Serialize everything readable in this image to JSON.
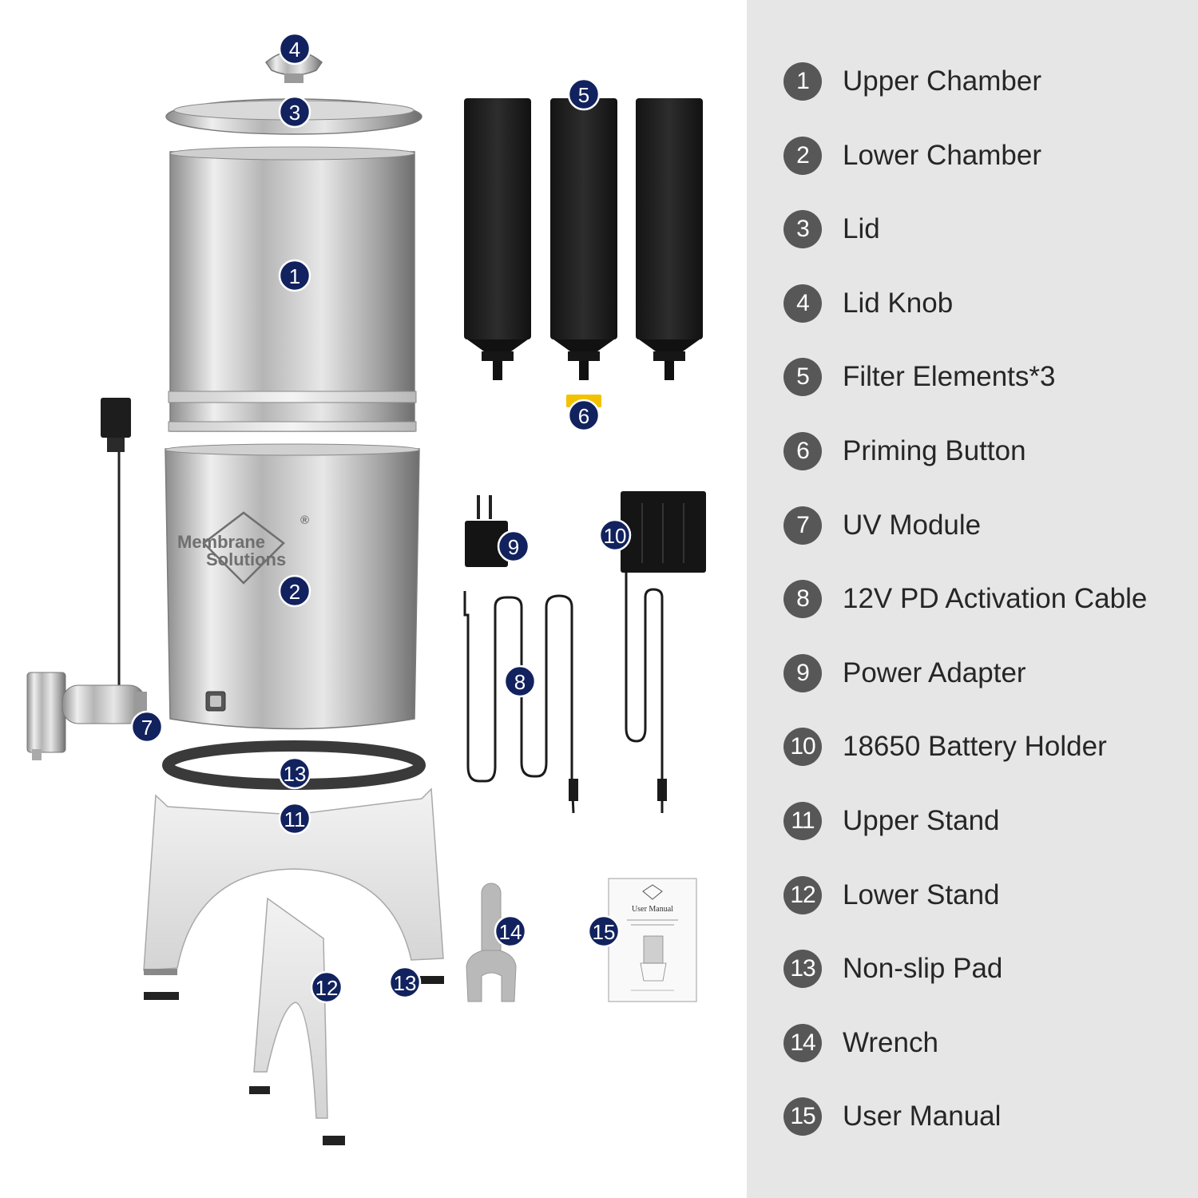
{
  "brand": {
    "line1": "Membrane",
    "line2": "Solutions",
    "mark": "®"
  },
  "manual_cover": {
    "title": "User Manual"
  },
  "colors": {
    "callout_fill": "#11225e",
    "legend_badge": "#575757",
    "panel_bg": "#e6e6e6",
    "priming_button": "#f2c200"
  },
  "callouts": [
    {
      "n": "1"
    },
    {
      "n": "2"
    },
    {
      "n": "3"
    },
    {
      "n": "4"
    },
    {
      "n": "5"
    },
    {
      "n": "6"
    },
    {
      "n": "7"
    },
    {
      "n": "8"
    },
    {
      "n": "9"
    },
    {
      "n": "10"
    },
    {
      "n": "11"
    },
    {
      "n": "12"
    },
    {
      "n": "13"
    },
    {
      "n": "13"
    },
    {
      "n": "14"
    },
    {
      "n": "15"
    }
  ],
  "parts": [
    {
      "num": "1",
      "label": "Upper Chamber"
    },
    {
      "num": "2",
      "label": "Lower Chamber"
    },
    {
      "num": "3",
      "label": "Lid"
    },
    {
      "num": "4",
      "label": "Lid Knob"
    },
    {
      "num": "5",
      "label": "Filter Elements*3"
    },
    {
      "num": "6",
      "label": "Priming Button"
    },
    {
      "num": "7",
      "label": "UV Module"
    },
    {
      "num": "8",
      "label": "12V PD Activation Cable"
    },
    {
      "num": "9",
      "label": "Power Adapter"
    },
    {
      "num": "10",
      "label": "18650 Battery Holder"
    },
    {
      "num": "11",
      "label": "Upper Stand"
    },
    {
      "num": "12",
      "label": "Lower Stand"
    },
    {
      "num": "13",
      "label": "Non-slip Pad"
    },
    {
      "num": "14",
      "label": "Wrench"
    },
    {
      "num": "15",
      "label": "User Manual"
    }
  ]
}
